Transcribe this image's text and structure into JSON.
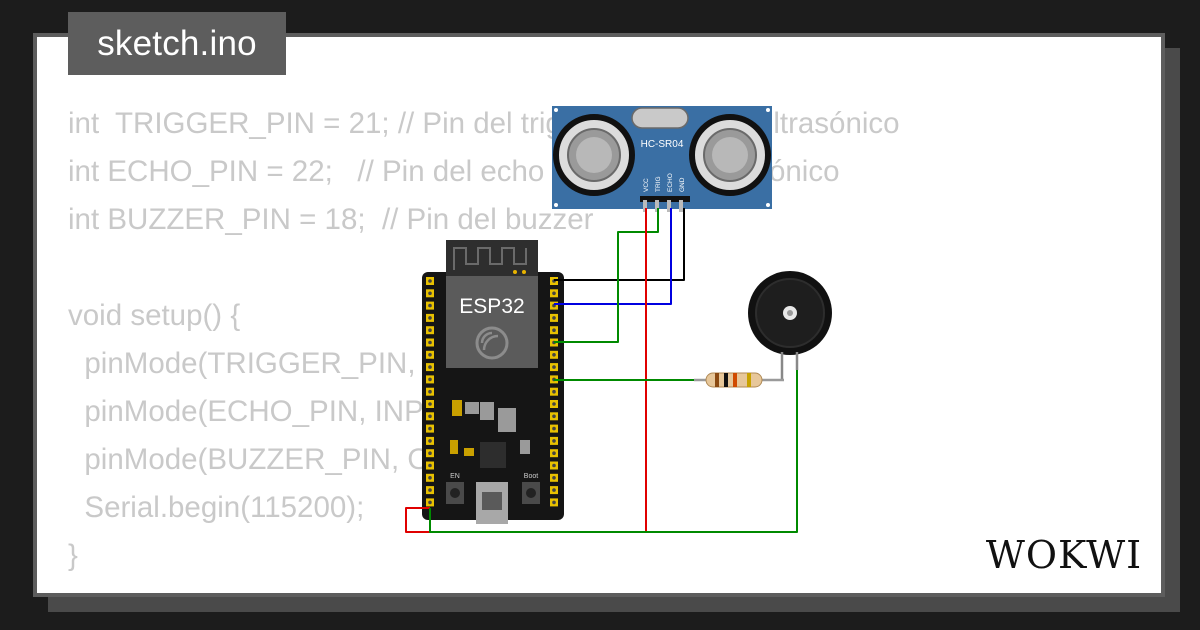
{
  "tab": {
    "label": "sketch.ino"
  },
  "code_lines": [
    "int  TRIGGER_PIN = 21; // Pin del trigger del sensor ultrasónico",
    "int ECHO_PIN = 22;   // Pin del echo del sensor ultrasónico",
    "int BUZZER_PIN = 18;  // Pin del buzzer",
    "",
    "void setup() {",
    "  pinMode(TRIGGER_PIN, OUTPUT);",
    "  pinMode(ECHO_PIN, INPUT);",
    "  pinMode(BUZZER_PIN, OUTPUT);",
    "  Serial.begin(115200);",
    "}"
  ],
  "sensor": {
    "model": "HC-SR04",
    "pins": [
      "VCC",
      "TRIG",
      "ECHO",
      "GND"
    ]
  },
  "board": {
    "label": "ESP32",
    "en_label": "EN",
    "boot_label": "Boot"
  },
  "brand": {
    "logo_text": "WOKWI"
  },
  "colors": {
    "wire_red": "#e00000",
    "wire_green": "#008a00",
    "wire_blue": "#0000e0",
    "wire_black": "#000000"
  }
}
